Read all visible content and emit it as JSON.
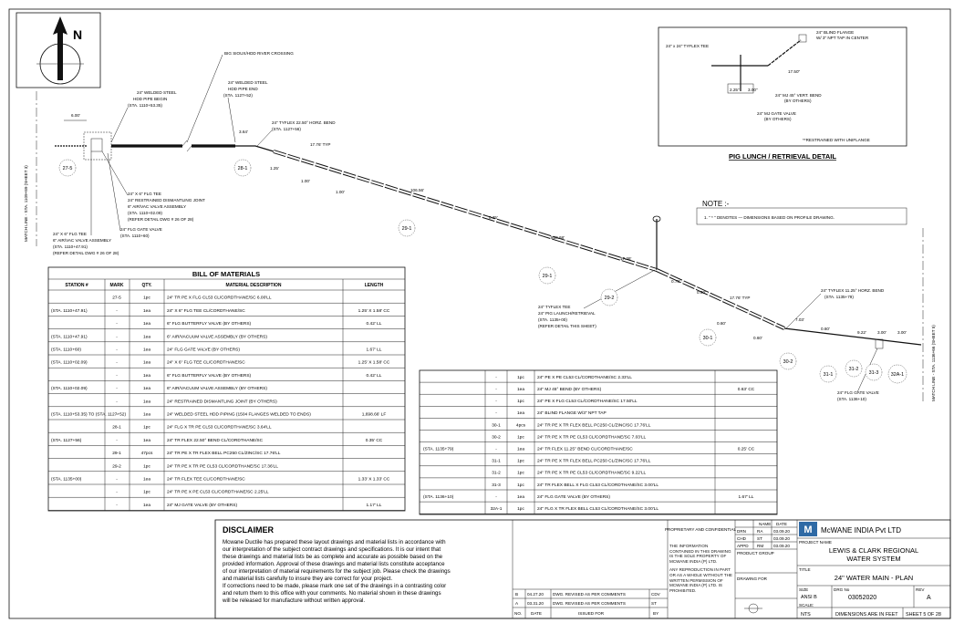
{
  "north": "N",
  "plan_labels": [
    {
      "id": "l1",
      "text": "BIG SIOUX/HDD RIVER CROSSING"
    },
    {
      "id": "l2a",
      "text": "24\" WELDED STEEL"
    },
    {
      "id": "l2b",
      "text": "HDD PIPE BEGIN"
    },
    {
      "id": "l2c",
      "text": "(STA. 1110+53.35)"
    },
    {
      "id": "l3a",
      "text": "24\" WELDED STEEL"
    },
    {
      "id": "l3b",
      "text": "HDD PIPE END"
    },
    {
      "id": "l3c",
      "text": "(STA. 1127+52)"
    },
    {
      "id": "l4a",
      "text": "24\" TYFLEX 22.50° HORZ. BEND"
    },
    {
      "id": "l4b",
      "text": "(STA. 1127+56)"
    },
    {
      "id": "l5a",
      "text": "24\" X 6\" FLG TEE"
    },
    {
      "id": "l5b",
      "text": "24\" RESTRAINED DISMANTLING JOINT"
    },
    {
      "id": "l5c",
      "text": "6\" AIR/VAC VALVE ASSEMBLY"
    },
    {
      "id": "l5d",
      "text": "(STA. 1110+02.09)"
    },
    {
      "id": "l5e",
      "text": "(REFER DETAIL DWG # 26 OF 28)"
    },
    {
      "id": "l6a",
      "text": "24\" FLG GATE VALVE"
    },
    {
      "id": "l6b",
      "text": "(STA. 1110+60)"
    },
    {
      "id": "l7a",
      "text": "24\" X 6\" FLG TEE"
    },
    {
      "id": "l7b",
      "text": "6\" AIR/VAC VALVE ASSEMBLY"
    },
    {
      "id": "l7c",
      "text": "(STA. 1110+47.91)"
    },
    {
      "id": "l7d",
      "text": "(REFER DETAIL DWG # 26 OF 28)"
    },
    {
      "id": "l8a",
      "text": "24\" TYFLEX TEE"
    },
    {
      "id": "l8b",
      "text": "24\" PIG LAUNCH/RETRIEVAL"
    },
    {
      "id": "l8c",
      "text": "(STA. 1135+00)"
    },
    {
      "id": "l8d",
      "text": "(REFER DETAIL THIS SHEET)"
    },
    {
      "id": "l9a",
      "text": "24\" TYFLEX 11.25° HORZ. BEND"
    },
    {
      "id": "l9b",
      "text": "(STA. 1135+79)"
    },
    {
      "id": "l10a",
      "text": "24\" FLG GATE VALVE"
    },
    {
      "id": "l10b",
      "text": "(STA. 1136+10)"
    },
    {
      "id": "ml1",
      "text": "MATCH LINE - STA. 1109+89 (SHEET 3)"
    },
    {
      "id": "ml2",
      "text": "MATCH LINE - STA. 1136+66 (SHEET 5)"
    }
  ],
  "dims": {
    "d1": "6.00'",
    "d2": "3.64'",
    "d3": "17.76' TYP",
    "d4": "1.25'",
    "d5": "1.00'",
    "d6": "1.00'",
    "d7": "106.56'",
    "d8": "0.35'",
    "d9": "850.68'",
    "d10": "17.36'",
    "d11": "0.75'",
    "d12": "0.60'",
    "d13": "17.76' TYP",
    "d14": "0.60'",
    "d15": "0.60'",
    "d16": "7.03'",
    "d17": "0.60'",
    "d18": "9.22'",
    "d19": "3.00'",
    "d20": "3.00'"
  },
  "tags": [
    "27-5",
    "28-1",
    "29-1",
    "29-1",
    "29-2",
    "30-1",
    "30-2",
    "31-1",
    "31-2",
    "31-3",
    "32A-1"
  ],
  "detail": {
    "title": "PIG LUNCH / RETRIEVAL DETAIL",
    "labels": [
      "24\" BLIND FLANGE",
      "W/ 3\" NPT TAP IN CENTER",
      "24\" x 24\" TYFLEX TEE",
      "17.50\"",
      "2.25\"",
      "3.00\"",
      "24\" MJ 45° VERT. BEND",
      "(BY OTHERS)",
      "24\" MJ GATE VALVE",
      "(BY OTHERS)",
      "**RESTRAINED WITH UNIFLANGE"
    ]
  },
  "note": {
    "title": "NOTE :-",
    "text": "1. \" * \" DENOTES — DIMENSIONS BASED ON PROFILE DRAWING."
  },
  "bom": {
    "title": "BILL OF MATERIALS",
    "headers": [
      "STATION #",
      "MARK",
      "QTY.",
      "MATERIAL DESCRIPTION",
      "LENGTH"
    ],
    "rows": [
      [
        "",
        "27-5",
        "1pc",
        "24\" TR PE X FLG CL53 CL/CORDTHANE/SC 6.00'LL",
        ""
      ],
      [
        "(STA. 1110+47.91)",
        "-",
        "1ea",
        "24\" X 6\" FLG TEE CL/CORDTHANE/SC",
        "1.25' X 1.58' CC"
      ],
      [
        "",
        "-",
        "1ea",
        "6\" FLG BUTTERFLY VALVE (BY OTHERS)",
        "0.42' LL"
      ],
      [
        "(STA. 1110+47.91)",
        "-",
        "1ea",
        "6\" AIR/VACUUM VALVE ASSEMBLY (BY OTHERS)",
        ""
      ],
      [
        "(STA. 1110+60)",
        "-",
        "1ea",
        "24\" FLG GATE VALVE (BY OTHERS)",
        "1.67' LL"
      ],
      [
        "(STA. 1110+02.09)",
        "-",
        "1ea",
        "24\" X 6\" FLG TEE CL/CORDTHANE/SC",
        "1.25' X 1.58' CC"
      ],
      [
        "",
        "-",
        "1ea",
        "6\" FLG BUTTERFLY VALVE (BY OTHERS)",
        "0.42' LL"
      ],
      [
        "(STA. 1110+02.09)",
        "-",
        "1ea",
        "6\" AIR/VACUUM VALVE ASSEMBLY (BY OTHERS)",
        ""
      ],
      [
        "",
        "-",
        "1ea",
        "24\" RESTRAINED DISMANTLING JOINT (BY OTHERS)",
        ""
      ],
      [
        "(STA. 1110+53.35) TO (STA. 1127+52)",
        "-",
        "1ea",
        "24\" WELDED STEEL HDD PIPING (1504 FLANGES WELDED TO ENDS)",
        "1,698.66' LF"
      ],
      [
        "",
        "28-1",
        "1pc",
        "24\" FLG X TR PE CL53 CL/CORDTHANE/SC 3.64'LL",
        ""
      ],
      [
        "(STA. 1127+56)",
        "-",
        "1ea",
        "24\" TR FLEX 22.50° BEND CL/CORDTHANE/SC",
        "0.35' CC"
      ],
      [
        "",
        "29-1",
        "47pcs",
        "24\" TR PE X TR FLEX BELL PC250 CL/ZINC/SC 17.76'LL",
        ""
      ],
      [
        "",
        "29-2",
        "1pc",
        "24\" TR PE X TR PE CL53 CL/CORDTHANE/SC 17.36'LL",
        ""
      ],
      [
        "(STA. 1135+00)",
        "-",
        "1ea",
        "24\" TR FLEX TEE CL/CORDTHANE/SC",
        "1.33' X 1.33' CC"
      ],
      [
        "",
        "-",
        "1pc",
        "24\" TR PE X PE CL53 CL/CORDTHANE/SC 2.25'LL",
        ""
      ],
      [
        "",
        "-",
        "1ea",
        "24\" MJ GATE VALVE (BY OTHERS)",
        "1.17' LL"
      ]
    ],
    "rows2": [
      [
        "",
        "-",
        "1pc",
        "24\" PE X PE CL53 CL/CORDTHANE/SC 2.33'LL",
        ""
      ],
      [
        "",
        "-",
        "1ea",
        "24\" MJ 45° BEND (BY OTHERS)",
        "0.63' CC"
      ],
      [
        "",
        "-",
        "1pc",
        "24\" PE X FLG CL53 CL/CORDTHANE/SC 17.50'LL",
        ""
      ],
      [
        "",
        "-",
        "1ea",
        "24\" BLIND FLANGE W/3\" NPT TAP",
        ""
      ],
      [
        "",
        "30-1",
        "4pcs",
        "24\" TR PE X TR FLEX BELL PC250 CL/ZINC/SC 17.76'LL",
        ""
      ],
      [
        "",
        "30-2",
        "1pc",
        "24\" TR PE X TR PE CL53 CL/CORDTHANE/SC 7.03'LL",
        ""
      ],
      [
        "(STA. 1135+79)",
        "-",
        "1ea",
        "24\" TR FLEX 11.25° BEND CL/CORDTHANE/SC",
        "0.25' CC"
      ],
      [
        "",
        "31-1",
        "1pc",
        "24\" TR PE X TR FLEX BELL PC250 CL/ZINC/SC 17.76'LL",
        ""
      ],
      [
        "",
        "31-2",
        "1pc",
        "24\" TR PE X TR PE CL53 CL/CORDTHANE/SC 9.22'LL",
        ""
      ],
      [
        "",
        "31-3",
        "1pc",
        "24\" TR FLEX BELL X FLG CL53 CL/CORDTHANE/SC 3.00'LL",
        ""
      ],
      [
        "(STA. 1136+10)",
        "-",
        "1ea",
        "24\" FLG GATE VALVE (BY OTHERS)",
        "1.67' LL"
      ],
      [
        "",
        "32A-1",
        "1pc",
        "24\" FLG X TR FLEX BELL CL53 CL/CORDTHANE/SC 3.00'LL",
        ""
      ]
    ]
  },
  "disclaimer": {
    "title": "DISCLAIMER",
    "lines": [
      "Mcwane Ductile has prepared these layout drawings and material lists in accordance with",
      "our interpretation of the subject contract drawings and specifications. It is our intent that",
      "these drawings and material lists be as complete and accurate as possible based on the",
      "provided information. Approval of these drawings and material lists constitute acceptance",
      "of our interpretation of material requirements for the subject job. Please check the drawings",
      "and material lists carefully to insure they are correct for your project.",
      "If corrections need to be made, please mark one set of the drawings in a contrasting color",
      "and return them to this office with your comments. No material shown in these drawings",
      "will be released for manufacture without written approval."
    ]
  },
  "revisions": {
    "rows": [
      [
        "B",
        "04.27.20",
        "DWG. REVISED AS PER COMMENTS",
        "CDV"
      ],
      [
        "A",
        "03.31.20",
        "DWG. REVISED AS PER COMMENTS",
        "ST"
      ]
    ],
    "headers": [
      "NO.",
      "DATE",
      "ISSUED FOR",
      "BY"
    ]
  },
  "proprietary": {
    "title": "PROPRIETARY AND CONFIDENTIAL",
    "text1": "THE INFORMATION CONTAINED IN THIS DRAWING IS THE SOLE PROPERTY OF MCWANE INDIA (P) LTD.",
    "text2": "ANY REPRODUCTION IN PART OR AS A WHOLE WITHOUT THE WRITTEN PERMISSION OF MCWANE INDIA (P) LTD. IS PROHIBITED."
  },
  "signoff": {
    "headers": [
      "",
      "NAME",
      "DATE"
    ],
    "rows": [
      [
        "DRN",
        "RA",
        "03.09.20"
      ],
      [
        "CHD",
        "ST",
        "03.09.20"
      ],
      [
        "APPD",
        "RM",
        "03.09.20"
      ]
    ],
    "product_group": "PRODUCT GROUP",
    "drawing_for": "DRAWING FOR"
  },
  "titleblock": {
    "company": "McWANE INDIA Pvt LTD",
    "logo": "M",
    "project_label": "PROJECT NAME",
    "project_line1": "LEWIS & CLARK REGIONAL",
    "project_line2": "WATER SYSTEM",
    "title_label": "TITLE",
    "title": "24\" WATER MAIN - PLAN",
    "size_label": "SIZE",
    "size": "ANSI B",
    "dwg_label": "DRG No",
    "dwg": "03052020",
    "rev_label": "REV",
    "rev": "A",
    "scale_label": "SCALE:",
    "scale": "NTS",
    "dims_note": "DIMENSIONS ARE IN FEET",
    "sheet": "SHEET 5 OF 28"
  }
}
